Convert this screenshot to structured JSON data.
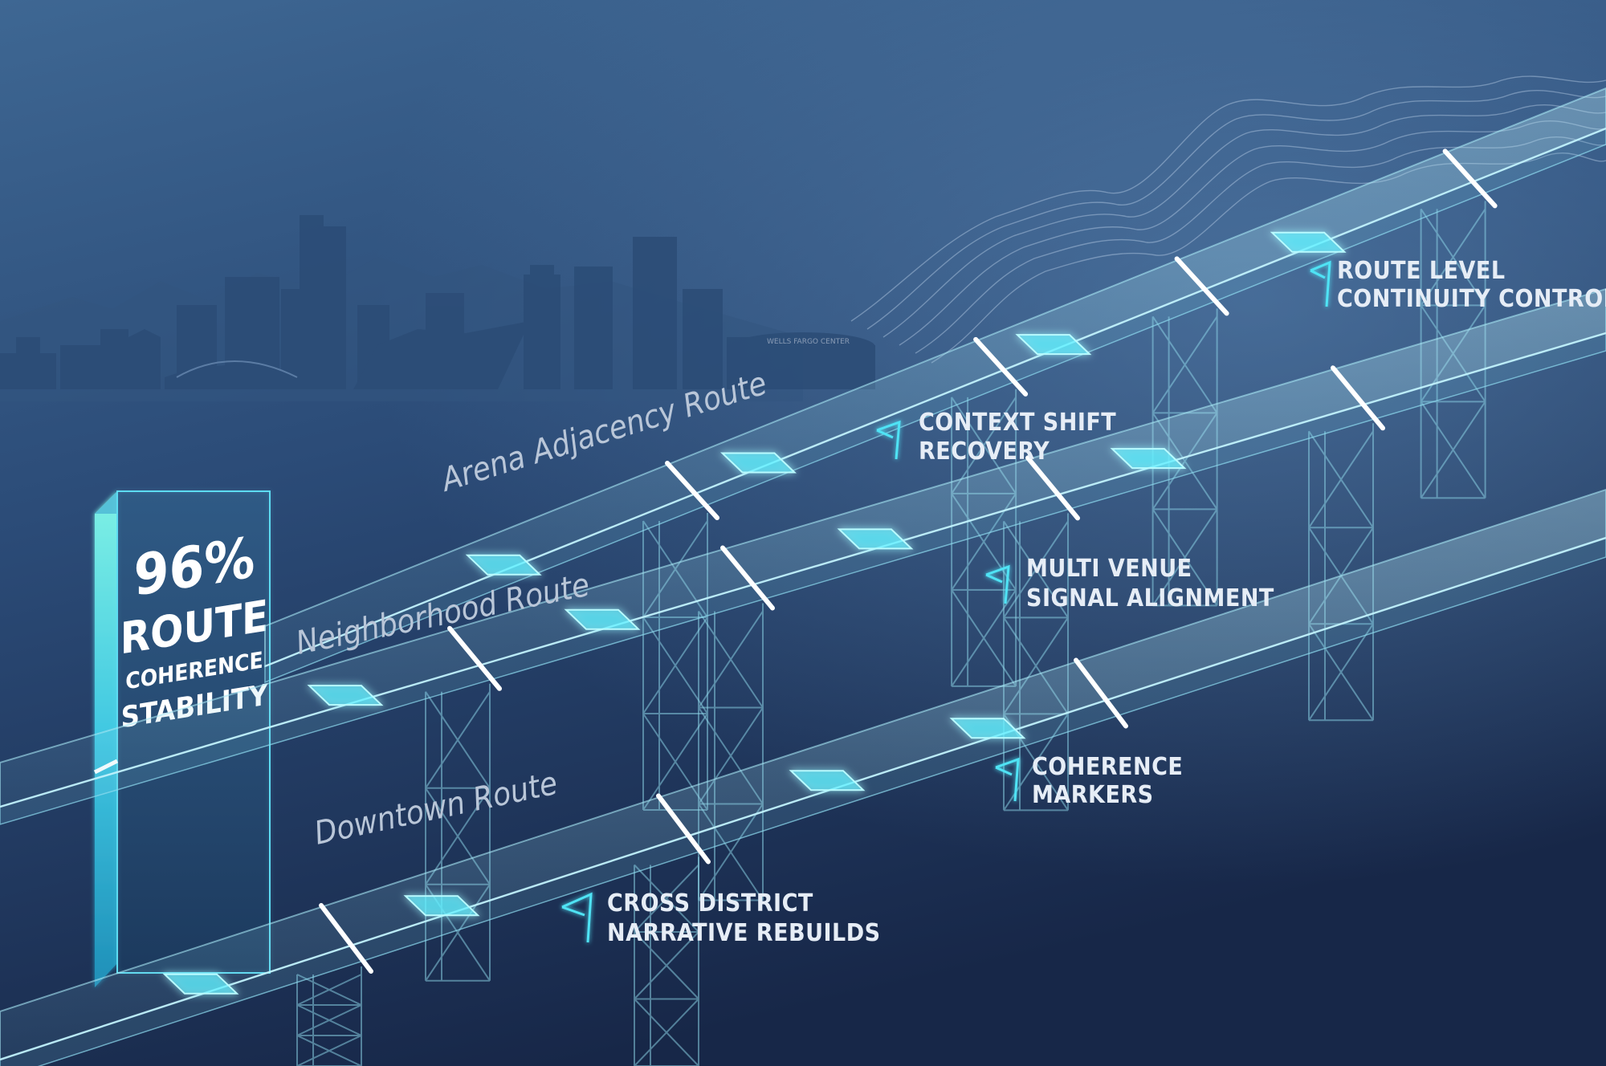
{
  "pillar": {
    "value": "96%",
    "line1": "ROUTE",
    "line2": "COHERENCE",
    "line3": "STABILITY"
  },
  "routes": [
    {
      "id": "arena",
      "label": "Arena Adjacency Route"
    },
    {
      "id": "neighborhood",
      "label": "Neighborhood Route"
    },
    {
      "id": "downtown",
      "label": "Downtown Route"
    }
  ],
  "callouts": [
    {
      "id": "route-level",
      "lines": [
        "ROUTE LEVEL",
        "CONTINUITY CONTROL"
      ]
    },
    {
      "id": "context-shift",
      "lines": [
        "CONTEXT SHIFT",
        "RECOVERY"
      ]
    },
    {
      "id": "multi-venue",
      "lines": [
        "MULTI VENUE",
        "SIGNAL ALIGNMENT"
      ]
    },
    {
      "id": "coherence-markers",
      "lines": [
        "COHERENCE",
        "MARKERS"
      ]
    },
    {
      "id": "cross-district",
      "lines": [
        "CROSS DISTRICT",
        "NARRATIVE REBUILDS"
      ]
    }
  ],
  "skyline": {
    "arena_sign": "WELLS FARGO CENTER"
  },
  "colors": {
    "background_top": "#3d6592",
    "background_bottom": "#18284a",
    "accent_cyan": "#4fe3f5",
    "route_glass": "#8fd8ea",
    "label_gray": "#b9c6d8",
    "callout_white": "#e6edf6"
  }
}
